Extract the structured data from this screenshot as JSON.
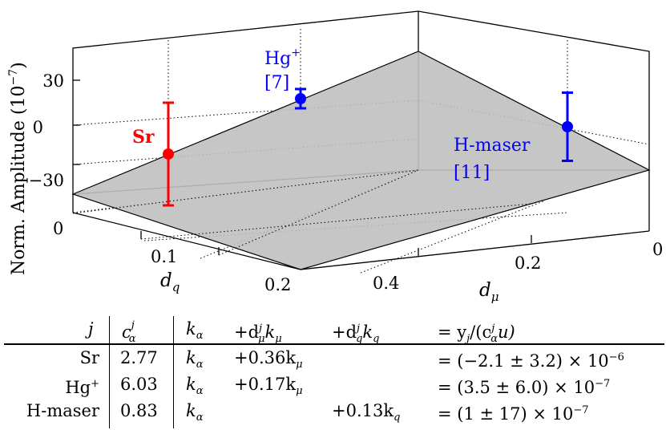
{
  "chart_data": {
    "type": "scatter",
    "projection": "3d",
    "zlabel": "Norm. Amplitude (10",
    "zlabel_exp": "−7",
    "zlabel_close": ")",
    "xlabel_main": "d",
    "xlabel_sub": "q",
    "ylabel_main": "d",
    "ylabel_sub": "μ",
    "z_ticks": [
      "30",
      "0",
      "−30"
    ],
    "x_ticks": [
      "0",
      "0.1",
      "0.2"
    ],
    "y_ticks": [
      "0",
      "0.2",
      "0.4"
    ],
    "xlim": [
      0,
      0.2
    ],
    "ylim": [
      0,
      0.4
    ],
    "zlim": [
      -45,
      45
    ],
    "fitted_plane": true,
    "plane_color": "#c0c0c0",
    "points": [
      {
        "label": "Sr",
        "ref": "",
        "color": "#ff0000",
        "dq": 0.1,
        "dmu": 0.36,
        "z": -21,
        "err": 32
      },
      {
        "label": "Hg⁺",
        "ref": "[7]",
        "color": "#0000ff",
        "dq": 0.0,
        "dmu": 0.17,
        "z": 3.5,
        "err": 6.0
      },
      {
        "label": "H-maser",
        "ref": "[11]",
        "color": "#0000ff",
        "dq": 0.13,
        "dmu": 0.0,
        "z": 1,
        "err": 17
      }
    ]
  },
  "table": {
    "header": {
      "j": "j",
      "c_base": "c",
      "c_sup": "j",
      "c_sub": "α",
      "k": "k",
      "k_sub": "α",
      "dmu_pre": "+d",
      "dmu_sup": "j",
      "dmu_sub": "μ",
      "dmu_k": "k",
      "dmu_k_sub": "μ",
      "dq_pre": "+d",
      "dq_sup": "j",
      "dq_sub": "q",
      "dq_k": "k",
      "dq_k_sub": "q",
      "rhs": "= y",
      "rhs_sub": "j",
      "rhs_mid": "/(c",
      "rhs_sup": "j",
      "rhs_sub2": "α",
      "rhs_end": "u)"
    },
    "rows": [
      {
        "name": "Sr",
        "name_sup": "",
        "c": "2.77",
        "k": "k",
        "k_sub": "α",
        "dmu": "+0.36k",
        "dmu_sub": "μ",
        "dq": "",
        "dq_sub": "",
        "value": "= (−2.1 ± 3.2) × 10",
        "value_exp": "−6"
      },
      {
        "name": "Hg",
        "name_sup": "+",
        "c": "6.03",
        "k": "k",
        "k_sub": "α",
        "dmu": "+0.17k",
        "dmu_sub": "μ",
        "dq": "",
        "dq_sub": "",
        "value": "= (3.5 ± 6.0) × 10",
        "value_exp": "−7"
      },
      {
        "name": "H-maser",
        "name_sup": "",
        "c": "0.83",
        "k": "k",
        "k_sub": "α",
        "dmu": "",
        "dmu_sub": "",
        "dq": "+0.13k",
        "dq_sub": "q",
        "value": "= (1 ± 17) × 10",
        "value_exp": "−7"
      }
    ]
  }
}
